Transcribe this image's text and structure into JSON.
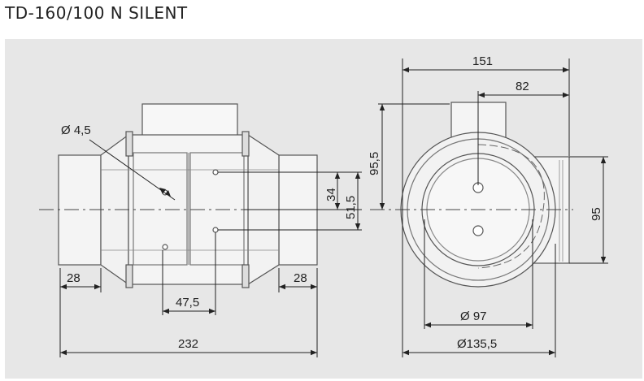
{
  "title": "TD-160/100 N SILENT",
  "dimensions": {
    "hole_diameter": "Ø 4,5",
    "overall_length": "232",
    "end_length_left": "28",
    "end_length_right": "28",
    "hole_spacing": "47,5",
    "dim_34": "34",
    "dim_51_5": "51,5",
    "dim_95_5": "95,5",
    "overall_width": "151",
    "offset_82": "82",
    "outlet_height": "95",
    "inner_diameter": "Ø 97",
    "outer_diameter": "Ø135,5"
  }
}
